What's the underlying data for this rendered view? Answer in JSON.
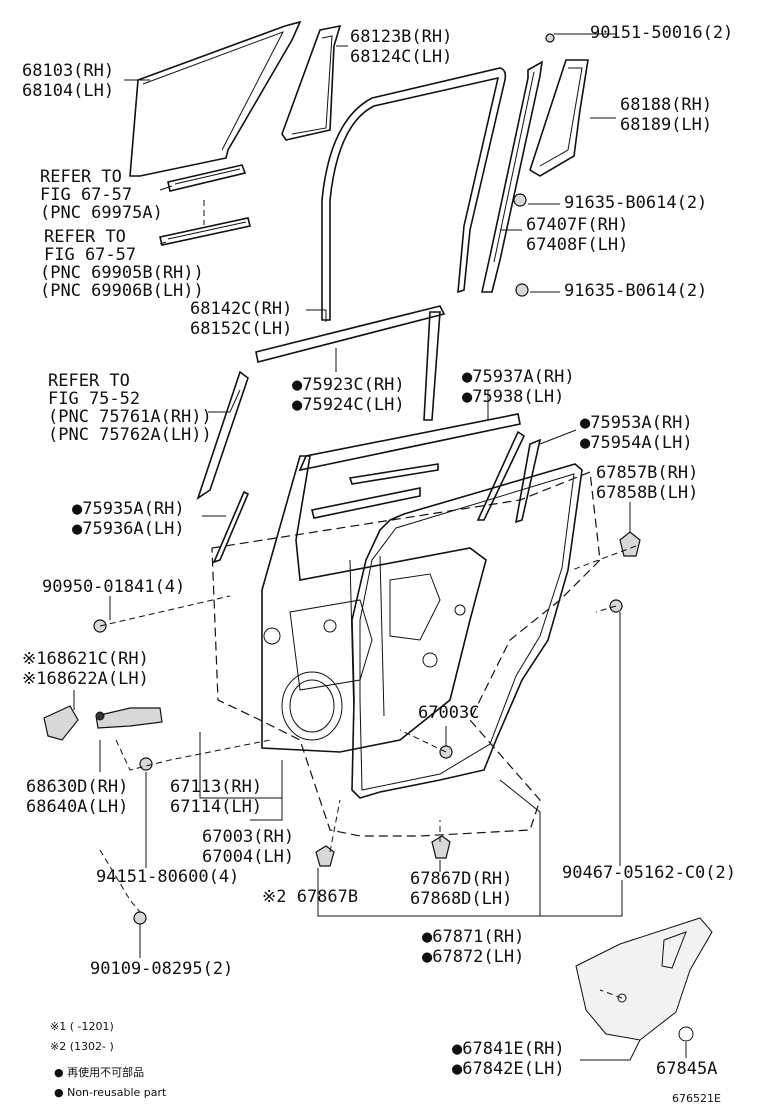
{
  "labels": {
    "l_68103": "68103(RH)",
    "l_68104": "68104(LH)",
    "l_68123b": "68123B(RH)",
    "l_68124c": "68124C(LH)",
    "l_90151": "90151-50016(2)",
    "l_68188": "68188(RH)",
    "l_68189": "68189(LH)",
    "l_ref1_a": "REFER TO",
    "l_ref1_b": "FIG 67-57",
    "l_ref1_c": "(PNC 69975A)",
    "l_ref2_a": "REFER TO",
    "l_ref2_b": "FIG 67-57",
    "l_ref2_c": "(PNC 69905B(RH))",
    "l_ref2_d": "(PNC 69906B(LH))",
    "l_91635a": "91635-B0614(2)",
    "l_67407f": "67407F(RH)",
    "l_67408f": "67408F(LH)",
    "l_91635b": "91635-B0614(2)",
    "l_68142c": "68142C(RH)",
    "l_68152c": "68152C(LH)",
    "l_ref3_a": "REFER TO",
    "l_ref3_b": "FIG 75-52",
    "l_ref3_c": "(PNC 75761A(RH))",
    "l_ref3_d": "(PNC 75762A(LH))",
    "l_75923c": "●75923C(RH)",
    "l_75924c": "●75924C(LH)",
    "l_75937a": "●75937A(RH)",
    "l_75938": "●75938(LH)",
    "l_75953a": "●75953A(RH)",
    "l_75954a": "●75954A(LH)",
    "l_67857b": "67857B(RH)",
    "l_67858b": "67858B(LH)",
    "l_75935a": "●75935A(RH)",
    "l_75936a": "●75936A(LH)",
    "l_90950": "90950-01841(4)",
    "l_68621c": "※168621C(RH)",
    "l_68622a": "※168622A(LH)",
    "l_67003c": "67003C",
    "l_68630d": "68630D(RH)",
    "l_68640a": "68640A(LH)",
    "l_67113": "67113(RH)",
    "l_67114": "67114(LH)",
    "l_67003": "67003(RH)",
    "l_67004": "67004(LH)",
    "l_94151": "94151-80600(4)",
    "l_67867d": "67867D(RH)",
    "l_67868d": "67868D(LH)",
    "l_90467": "90467-05162-C0(2)",
    "l_67867b": "※2 67867B",
    "l_67871": "●67871(RH)",
    "l_67872": "●67872(LH)",
    "l_90109": "90109-08295(2)",
    "l_67841e": "●67841E(RH)",
    "l_67842e": "●67842E(LH)",
    "l_67845a": "67845A",
    "note1": "※1 (      -1201)",
    "note2": "※2 (1302-      )",
    "legend_jp": "● 再使用不可部品",
    "legend_en": "● Non-reusable part",
    "fig_id": "676521E"
  }
}
